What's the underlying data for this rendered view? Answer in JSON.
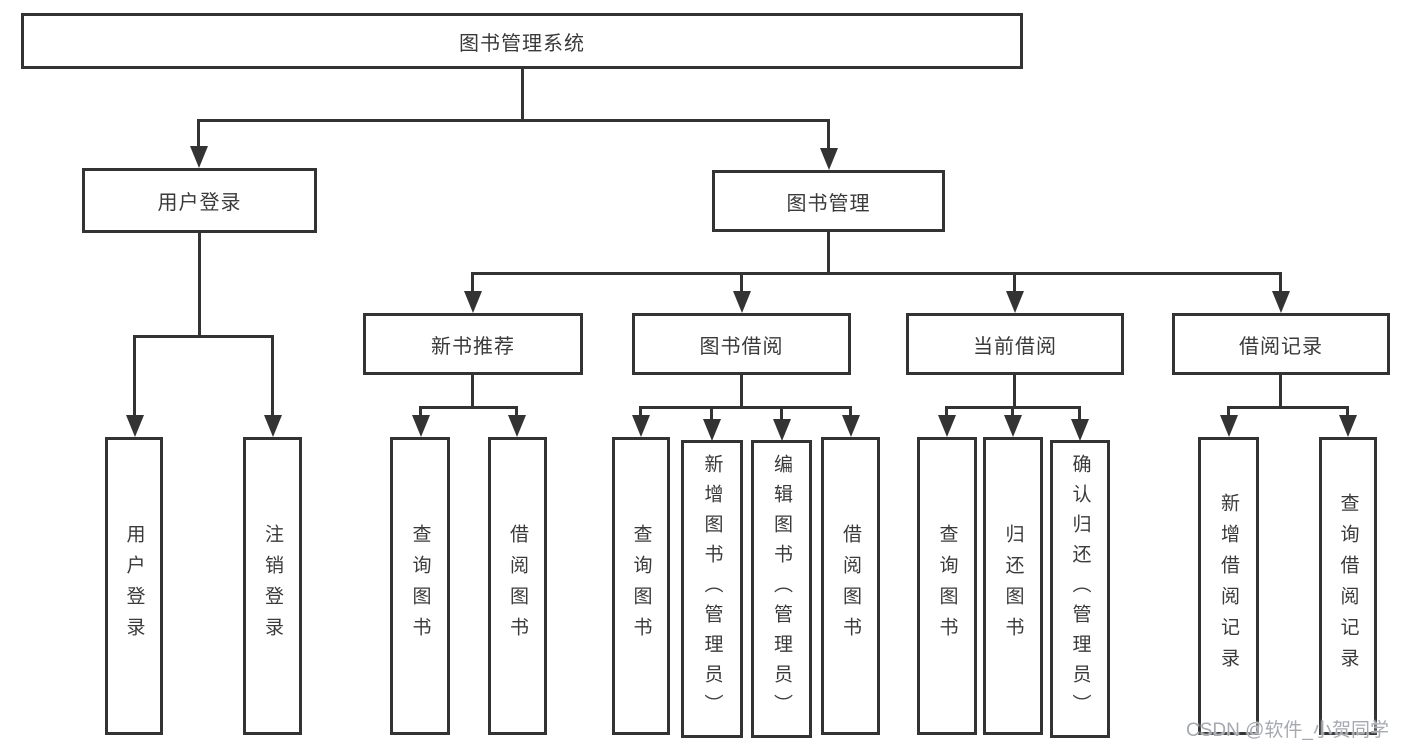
{
  "diagram": {
    "type": "hierarchy-tree",
    "nodes": {
      "root": {
        "label": "图书管理系统"
      },
      "level2": [
        {
          "label": "用户登录"
        },
        {
          "label": "图书管理"
        }
      ],
      "level3": [
        {
          "label": "新书推荐"
        },
        {
          "label": "图书借阅"
        },
        {
          "label": "当前借阅"
        },
        {
          "label": "借阅记录"
        }
      ],
      "leaves": [
        {
          "label": "用户登录",
          "parent": "用户登录"
        },
        {
          "label": "注销登录",
          "parent": "用户登录"
        },
        {
          "label": "查询图书",
          "parent": "新书推荐"
        },
        {
          "label": "借阅图书",
          "parent": "新书推荐"
        },
        {
          "label": "查询图书",
          "parent": "图书借阅"
        },
        {
          "label": "新增图书（管理员）",
          "parent": "图书借阅"
        },
        {
          "label": "编辑图书（管理员）",
          "parent": "图书借阅"
        },
        {
          "label": "借阅图书",
          "parent": "图书借阅"
        },
        {
          "label": "查询图书",
          "parent": "当前借阅"
        },
        {
          "label": "归还图书",
          "parent": "当前借阅"
        },
        {
          "label": "确认归还（管理员）",
          "parent": "当前借阅"
        },
        {
          "label": "新增借阅记录",
          "parent": "借阅记录"
        },
        {
          "label": "查询借阅记录",
          "parent": "借阅记录"
        }
      ]
    },
    "colors": {
      "line": "#333333",
      "text": "#3a3a3a",
      "background": "#ffffff",
      "watermark": "#a6aab0"
    }
  },
  "watermark": {
    "text": "CSDN @软件_小贺同学"
  }
}
